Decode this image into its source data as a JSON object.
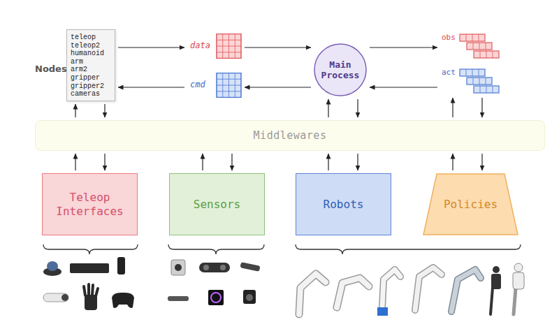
{
  "diagram": {
    "nodes": [
      {
        "text": [
          "Nodes",
          "teleop",
          "teleop2",
          "humanoid",
          "arm",
          "arm2",
          "gripper",
          "gripper2",
          "cameras"
        ]
      },
      {
        "text": [
          "data"
        ]
      },
      {
        "text": [
          "cmd"
        ]
      },
      {
        "text": [
          "Main Process"
        ]
      },
      {
        "text": [
          "obs"
        ]
      },
      {
        "text": [
          "act"
        ]
      },
      {
        "text": [
          "Middlewares"
        ]
      },
      {
        "text": [
          "Teleop Interfaces"
        ]
      },
      {
        "text": [
          "Sensors"
        ]
      },
      {
        "text": [
          "Robots"
        ]
      },
      {
        "text": [
          "Policies"
        ]
      }
    ],
    "edges": [
      {
        "from": 0,
        "to": 1,
        "arrow": "to"
      },
      {
        "from": 1,
        "to": 3,
        "arrow": "to"
      },
      {
        "from": 3,
        "to": 4,
        "arrow": "to"
      },
      {
        "from": 5,
        "to": 3,
        "arrow": "to"
      },
      {
        "from": 3,
        "to": 2,
        "arrow": "to"
      },
      {
        "from": 2,
        "to": 0,
        "arrow": "to"
      },
      {
        "from": 6,
        "to": 0,
        "arrow": "to"
      },
      {
        "from": 0,
        "to": 6,
        "arrow": "to"
      },
      {
        "from": 6,
        "to": 3,
        "arrow": "to"
      },
      {
        "from": 3,
        "to": 6,
        "arrow": "to"
      },
      {
        "from": 6,
        "to": 5,
        "arrow": "to"
      },
      {
        "from": 5,
        "to": 6,
        "arrow": "to"
      },
      {
        "from": 7,
        "to": 6,
        "arrow": "to"
      },
      {
        "from": 6,
        "to": 7,
        "arrow": "to"
      },
      {
        "from": 8,
        "to": 6,
        "arrow": "to"
      },
      {
        "from": 6,
        "to": 8,
        "arrow": "to"
      },
      {
        "from": 9,
        "to": 6,
        "arrow": "to"
      },
      {
        "from": 6,
        "to": 9,
        "arrow": "to"
      },
      {
        "from": 10,
        "to": 6,
        "arrow": "to"
      },
      {
        "from": 6,
        "to": 10,
        "arrow": "to"
      }
    ]
  }
}
